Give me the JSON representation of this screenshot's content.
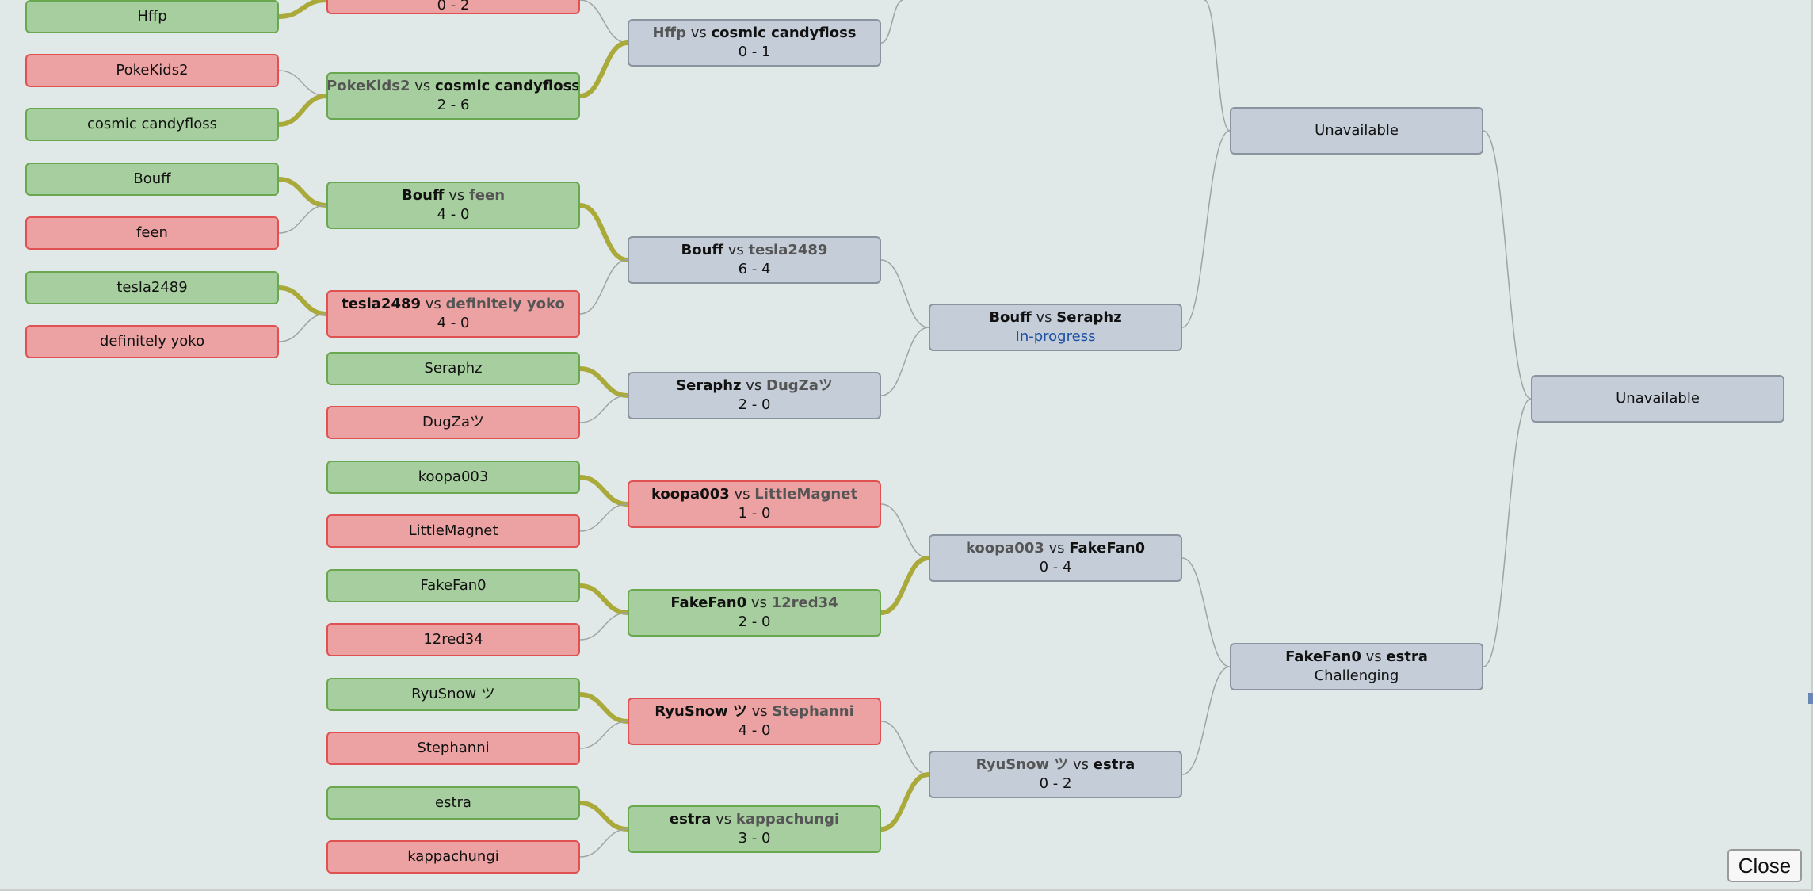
{
  "vs": "vs",
  "players": [
    {
      "name": "Hffp",
      "result": "win"
    },
    {
      "name": "PokeKids2",
      "result": "loss"
    },
    {
      "name": "cosmic candyfloss",
      "result": "win"
    },
    {
      "name": "Bouff",
      "result": "win"
    },
    {
      "name": "feen",
      "result": "loss"
    },
    {
      "name": "tesla2489",
      "result": "win"
    },
    {
      "name": "definitely yoko",
      "result": "loss"
    },
    {
      "name": "Seraphz",
      "result": "win"
    },
    {
      "name": "DugZaツ",
      "result": "loss"
    },
    {
      "name": "koopa003",
      "result": "win"
    },
    {
      "name": "LittleMagnet",
      "result": "loss"
    },
    {
      "name": "FakeFan0",
      "result": "win"
    },
    {
      "name": "12red34",
      "result": "loss"
    },
    {
      "name": "RyuSnow ツ",
      "result": "win"
    },
    {
      "name": "Stephanni",
      "result": "loss"
    },
    {
      "name": "estra",
      "result": "win"
    },
    {
      "name": "kappachungi",
      "result": "loss"
    }
  ],
  "partial_top_match": {
    "score": "0 - 2",
    "result": "loss"
  },
  "matches": [
    {
      "p1": "PokeKids2",
      "p2": "cosmic candyfloss",
      "winner": 2,
      "score": "2 - 6",
      "result": "win"
    },
    {
      "p1": "Bouff",
      "p2": "feen",
      "winner": 1,
      "score": "4 - 0",
      "result": "win"
    },
    {
      "p1": "tesla2489",
      "p2": "definitely yoko",
      "winner": 1,
      "score": "4 - 0",
      "result": "loss"
    },
    {
      "p1": "Hffp",
      "p2": "cosmic candyfloss",
      "winner": 2,
      "score": "0 - 1",
      "result": "pending"
    },
    {
      "p1": "Bouff",
      "p2": "tesla2489",
      "winner": 1,
      "score": "6 - 4",
      "result": "pending"
    },
    {
      "p1": "Seraphz",
      "p2": "DugZaツ",
      "winner": 1,
      "score": "2 - 0",
      "result": "pending"
    },
    {
      "p1": "koopa003",
      "p2": "LittleMagnet",
      "winner": 1,
      "score": "1 - 0",
      "result": "loss"
    },
    {
      "p1": "FakeFan0",
      "p2": "12red34",
      "winner": 1,
      "score": "2 - 0",
      "result": "win"
    },
    {
      "p1": "RyuSnow ツ",
      "p2": "Stephanni",
      "winner": 1,
      "score": "4 - 0",
      "result": "loss"
    },
    {
      "p1": "estra",
      "p2": "kappachungi",
      "winner": 1,
      "score": "3 - 0",
      "result": "win"
    },
    {
      "p1": "Bouff",
      "p2": "Seraphz",
      "winner": 0,
      "status": "In-progress",
      "result": "pending"
    },
    {
      "p1": "koopa003",
      "p2": "FakeFan0",
      "winner": 2,
      "score": "0 - 4",
      "result": "pending"
    },
    {
      "p1": "RyuSnow ツ",
      "p2": "estra",
      "winner": 2,
      "score": "0 - 2",
      "result": "pending"
    },
    {
      "p1": "FakeFan0",
      "p2": "estra",
      "winner": 0,
      "status_plain": "Challenging",
      "result": "pending"
    }
  ],
  "unavailable": [
    {
      "label": "Unavailable"
    },
    {
      "label": "Unavailable"
    }
  ],
  "close_label": "Close",
  "colors": {
    "background": "#e1e8e8",
    "win_fill": "#a7ce9e",
    "win_border": "#6aa84f",
    "loss_fill": "#eca2a2",
    "loss_border": "#e05252",
    "pending_fill": "#c4cdd8",
    "pending_border": "#8a949e",
    "winner_wire": "#a9aa3a",
    "plain_wire": "#9ea4a4",
    "status_text": "#1c4fa3"
  }
}
